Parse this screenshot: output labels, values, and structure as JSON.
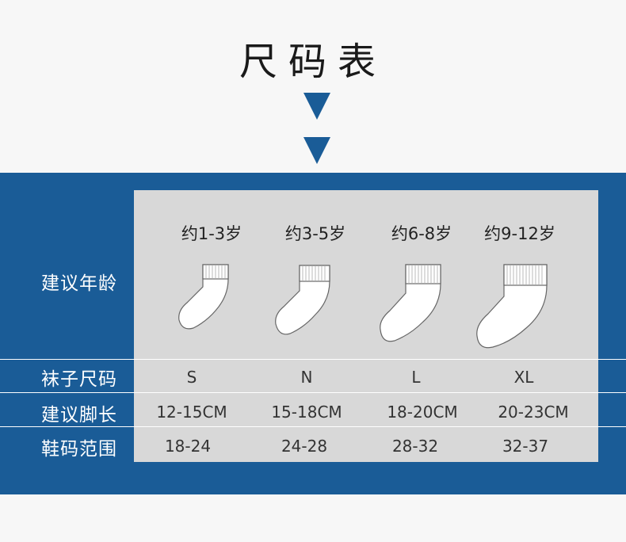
{
  "title": "尺码表",
  "colors": {
    "band": "#1a5c97",
    "panel": "#d8d8d8",
    "arrow": "#1a5c97"
  },
  "row_labels": {
    "age": "建议年龄",
    "sock_size": "袜子尺码",
    "foot_length": "建议脚长",
    "shoe_size": "鞋码范围"
  },
  "columns": [
    {
      "age": "约1-3岁",
      "sock_size": "S",
      "foot_length": "12-15CM",
      "shoe_size": "18-24"
    },
    {
      "age": "约3-5岁",
      "sock_size": "N",
      "foot_length": "15-18CM",
      "shoe_size": "24-28"
    },
    {
      "age": "约6-8岁",
      "sock_size": "L",
      "foot_length": "18-20CM",
      "shoe_size": "28-32"
    },
    {
      "age": "约9-12岁",
      "sock_size": "XL",
      "foot_length": "20-23CM",
      "shoe_size": "32-37"
    }
  ],
  "icons": [
    "sock-icon",
    "down-arrow-icon"
  ]
}
